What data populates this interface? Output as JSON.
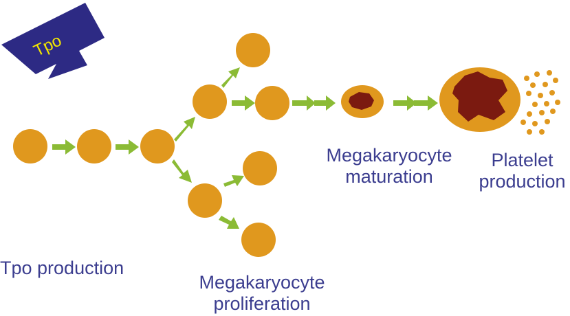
{
  "tpo_badge": {
    "text": "Tpo"
  },
  "labels": {
    "tpo_production": "Tpo production",
    "proliferation": [
      "Megakaryocyte",
      "proliferation"
    ],
    "maturation": [
      "Megakaryocyte",
      "maturation"
    ],
    "platelet": [
      "Platelet",
      "production"
    ]
  },
  "colors": {
    "cell": "#e0981e",
    "nucleus": "#7b1a10",
    "arrow": "#8bbb35",
    "badge": "#2d2a84",
    "badge_text": "#f2e600",
    "label": "#3b3d8f"
  }
}
